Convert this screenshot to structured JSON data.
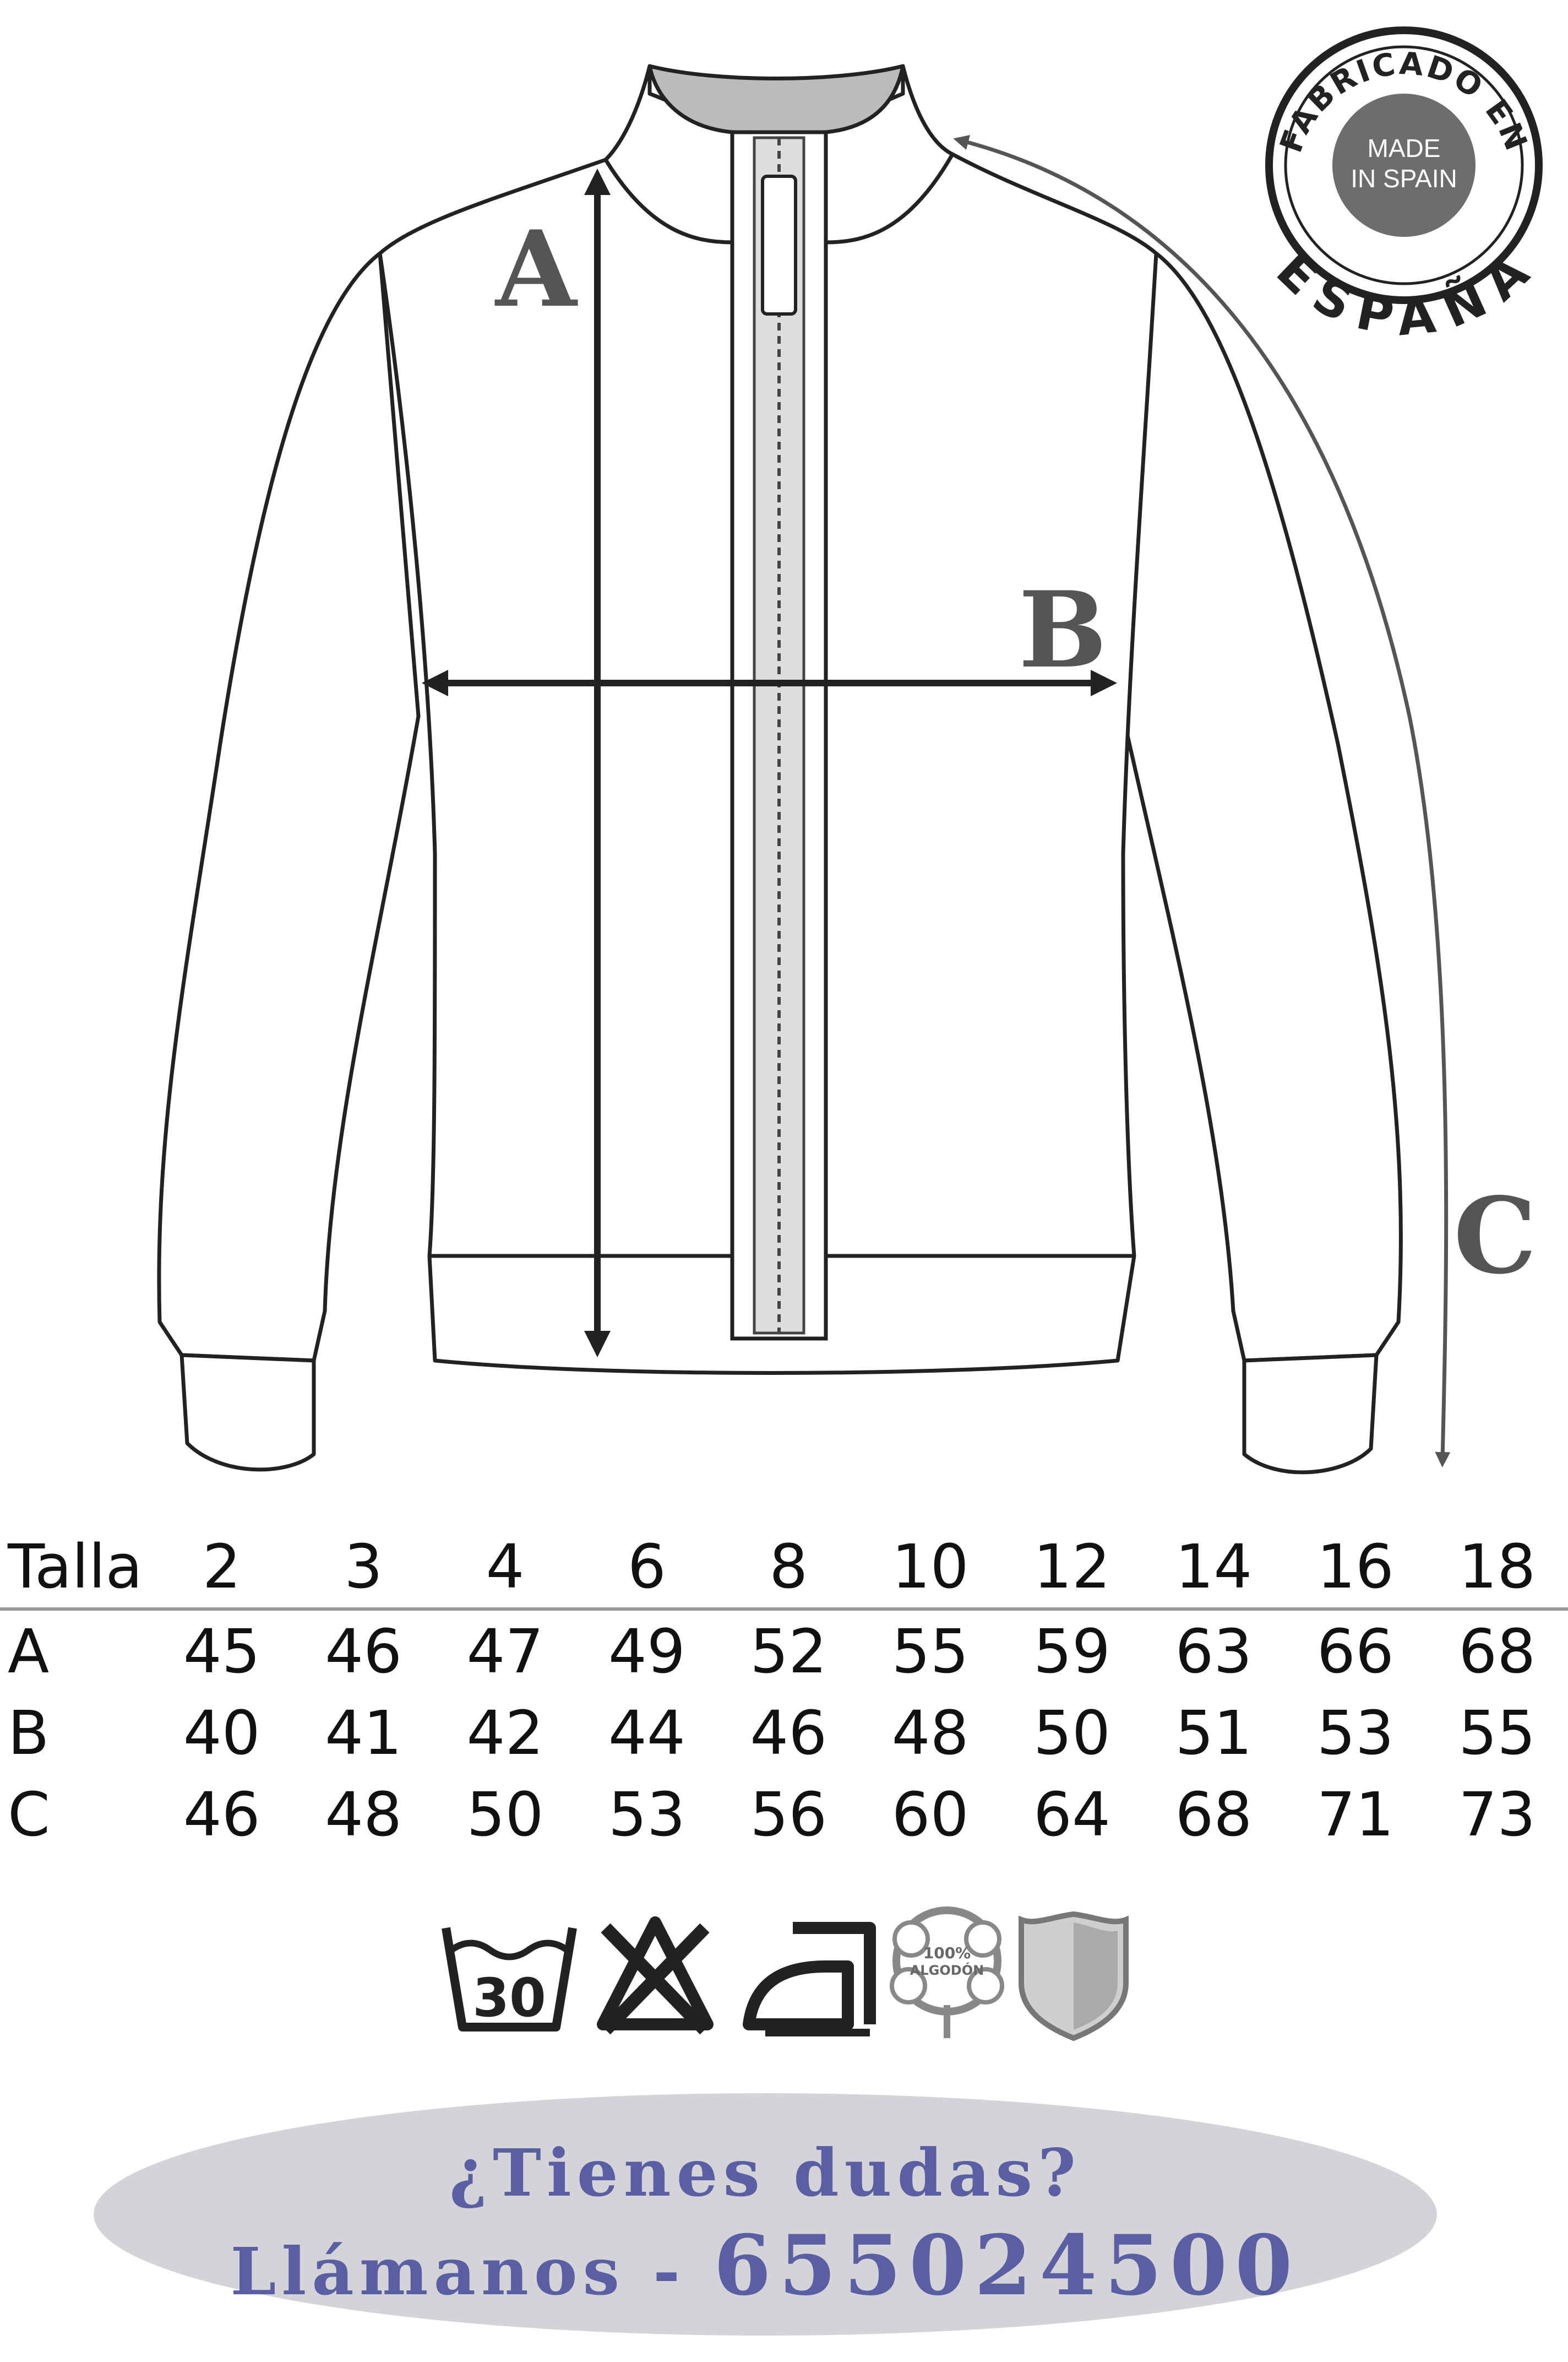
{
  "diagram": {
    "labels": {
      "a": "A",
      "b": "B",
      "c": "C"
    },
    "badge": {
      "outer_top": "FABRICADO EN",
      "outer_bottom": "ESPAÑA",
      "inner_line1": "MADE",
      "inner_line2": "IN SPAIN"
    }
  },
  "size_table": {
    "header_label": "Talla",
    "sizes": [
      "2",
      "3",
      "4",
      "6",
      "8",
      "10",
      "12",
      "14",
      "16",
      "18"
    ],
    "rows": [
      {
        "label": "A",
        "values": [
          "45",
          "46",
          "47",
          "49",
          "52",
          "55",
          "59",
          "63",
          "66",
          "68"
        ]
      },
      {
        "label": "B",
        "values": [
          "40",
          "41",
          "42",
          "44",
          "46",
          "48",
          "50",
          "51",
          "53",
          "55"
        ]
      },
      {
        "label": "C",
        "values": [
          "46",
          "48",
          "50",
          "53",
          "56",
          "60",
          "64",
          "68",
          "71",
          "73"
        ]
      }
    ]
  },
  "care_icons": [
    {
      "icon": "wash-30-icon",
      "text": "30"
    },
    {
      "icon": "no-bleach-icon"
    },
    {
      "icon": "iron-icon"
    },
    {
      "icon": "cotton-100-icon",
      "text_line1": "100%",
      "text_line2": "ALGODÓN"
    },
    {
      "icon": "shield-icon"
    }
  ],
  "contact": {
    "question": "¿Tienes dudas?",
    "call_prefix": "Llámanos - ",
    "phone": "655024500"
  },
  "colors": {
    "label_gray": "#555555",
    "contact_text": "#5a5fa3",
    "contact_bg": "#d4d4d8"
  }
}
